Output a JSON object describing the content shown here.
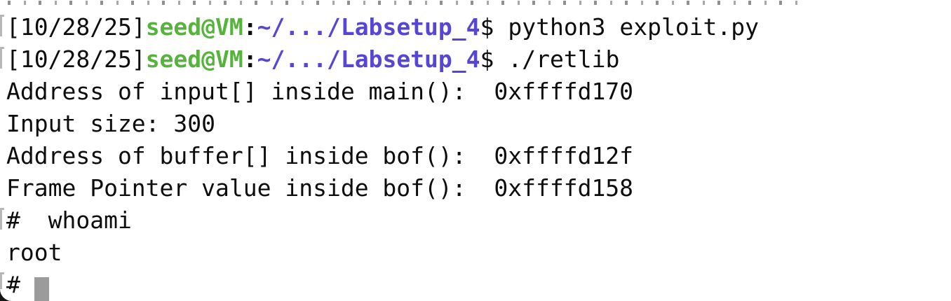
{
  "terminal": {
    "background_color": "#ffffff",
    "text_color": "#0d0d0d",
    "colors": {
      "user_host_green": "#56b33c",
      "path_purple": "#5646d6",
      "cursor_gray": "#9b9b9b",
      "prompt_bracket_gray": "#b7b7b7",
      "outside_corner_dark": "#141414"
    },
    "prompt": {
      "date": "[10/28/25]",
      "user_host": "seed@VM",
      "separator": ":",
      "path": "~/.../Labsetup_4",
      "dollar": "$"
    },
    "lines": [
      {
        "type": "clipped-previous-line"
      },
      {
        "type": "prompt",
        "command": "python3 exploit.py"
      },
      {
        "type": "prompt",
        "command": "./retlib"
      },
      {
        "type": "output",
        "text": "Address of input[] inside main():  0xffffd170"
      },
      {
        "type": "output",
        "text": "Input size: 300"
      },
      {
        "type": "output",
        "text": "Address of buffer[] inside bof():  0xffffd12f"
      },
      {
        "type": "output",
        "text": "Frame Pointer value inside bof():  0xffffd158"
      },
      {
        "type": "root-command",
        "text": "#  whoami"
      },
      {
        "type": "output",
        "text": "root"
      },
      {
        "type": "root-prompt",
        "text": "# "
      }
    ]
  }
}
